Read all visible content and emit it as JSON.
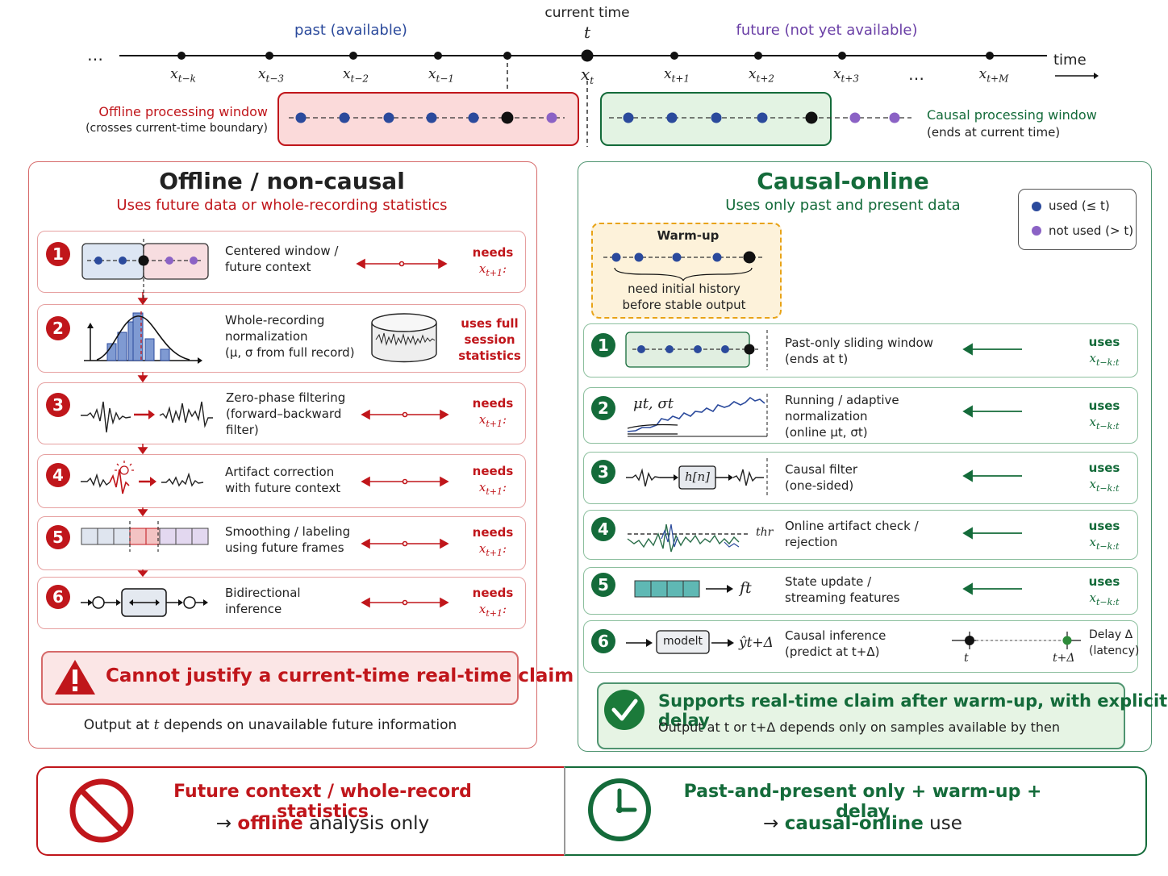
{
  "timeline": {
    "current_time_label": "current time",
    "current_t": "t",
    "past_label": "past (available)",
    "future_label": "future (not yet available)",
    "ellipsis_left": "…",
    "ellipsis_right": "…",
    "time_label": "time",
    "points": [
      "x_{t−k}",
      "x_{t−3}",
      "x_{t−2}",
      "x_{t−1}",
      "x_t",
      "x_{t+1}",
      "x_{t+2}",
      "x_{t+3}",
      "x_{t+M}"
    ],
    "offline_window_label": "Offline processing window",
    "offline_window_sub": "(crosses current-time boundary)",
    "causal_window_label": "Causal processing window",
    "causal_window_sub": "(ends at current time)"
  },
  "offline": {
    "title": "Offline / non-causal",
    "subtitle": "Uses future data or whole-recording statistics",
    "rows": [
      {
        "num": "1",
        "label": "Centered window /\nfuture context",
        "need": "needs",
        "need_var": "x_{t+1}:"
      },
      {
        "num": "2",
        "label": "Whole-recording\nnormalization\n(μ, σ from full record)",
        "need": "uses full\nsession\nstatistics",
        "need_var": ""
      },
      {
        "num": "3",
        "label": "Zero-phase filtering\n(forward–backward\nfilter)",
        "need": "needs",
        "need_var": "x_{t+1}:"
      },
      {
        "num": "4",
        "label": "Artifact correction\nwith future context",
        "need": "needs",
        "need_var": "x_{t+1}:"
      },
      {
        "num": "5",
        "label": "Smoothing / labeling\nusing future frames",
        "need": "needs",
        "need_var": "x_{t+1}:"
      },
      {
        "num": "6",
        "label": "Bidirectional\ninference",
        "need": "needs",
        "need_var": "x_{t+1}:"
      }
    ],
    "warning": "Cannot justify a current-time real-time claim",
    "footer_pre": "Output at ",
    "footer_t": "t",
    "footer_post": " depends on unavailable future information"
  },
  "causal": {
    "title": "Causal-online",
    "subtitle": "Uses only past and present data",
    "legend_used": "used (≤ t)",
    "legend_not_used": "not used (> t)",
    "warmup_title": "Warm-up",
    "warmup_text": "need initial history\nbefore stable output",
    "rows": [
      {
        "num": "1",
        "label": "Past-only sliding window\n(ends at t)",
        "uses": "uses",
        "uses_var": "x_{t−k:t}"
      },
      {
        "num": "2",
        "label": "Running / adaptive\nnormalization\n(online μt, σt)",
        "uses": "uses",
        "uses_var": "x_{t−k:t}"
      },
      {
        "num": "3",
        "label": "Causal filter\n(one-sided)",
        "uses": "uses",
        "uses_var": "x_{t−k:t}"
      },
      {
        "num": "4",
        "label": "Online artifact check /\nrejection",
        "uses": "uses",
        "uses_var": "x_{t−k:t}"
      },
      {
        "num": "5",
        "label": "State update /\nstreaming features",
        "uses": "uses",
        "uses_var": "x_{t−k:t}"
      },
      {
        "num": "6",
        "label": "Causal inference\n(predict at t+Δ)",
        "uses": "Delay Δ\n(latency)",
        "uses_var": ""
      }
    ],
    "row2_icon_label": "μt, σt",
    "row3_filter_label": "h[n]",
    "row4_thr_label": "thr",
    "row5_feature_label": "ft",
    "row6_model_label": "modelt",
    "row6_output_label": "ŷt+Δ",
    "row6_tick_t": "t",
    "row6_tick_tdelta": "t+Δ",
    "support_title": "Supports real-time claim after warm-up, with explicit delay",
    "support_text": "Output at t or t+Δ depends only on samples available by then"
  },
  "bottom": {
    "left_line1": "Future context / whole-record statistics",
    "left_arrow": "→",
    "left_bold": "offline",
    "left_rest": " analysis only",
    "right_line1": "Past-and-present only + warm-up + delay",
    "right_arrow": "→",
    "right_bold": "causal-online",
    "right_rest": " use"
  },
  "colors": {
    "red": "#c0161b",
    "green": "#146b3a",
    "blue": "#2b4a9c",
    "purple": "#6a3fa6",
    "warmup": "#e8a317"
  }
}
